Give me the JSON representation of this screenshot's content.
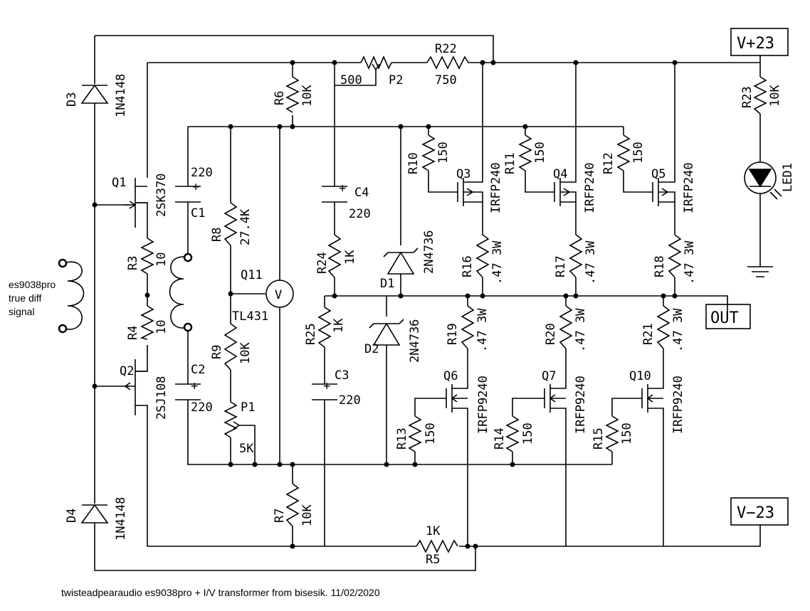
{
  "terminals": {
    "vpos": "V+23",
    "vneg": "V−23",
    "out": "OUT"
  },
  "source": {
    "line1": "es9038pro",
    "line2": "true diff",
    "line3": "signal"
  },
  "caption": "twisteadpearaudio es9038pro + I/V transformer from bisesik. 11/02/2020",
  "components": {
    "D3": {
      "ref": "D3",
      "value": "1N4148"
    },
    "D4": {
      "ref": "D4",
      "value": "1N4148"
    },
    "Q1": {
      "ref": "Q1",
      "value": "2SK370"
    },
    "Q2": {
      "ref": "Q2",
      "value": "2SJ108"
    },
    "R3": {
      "ref": "R3",
      "value": "10"
    },
    "R4": {
      "ref": "R4",
      "value": "10"
    },
    "C1": {
      "ref": "C1",
      "value": "220"
    },
    "C2": {
      "ref": "C2",
      "value": "220"
    },
    "R6": {
      "ref": "R6",
      "value": "10K"
    },
    "R7": {
      "ref": "R7",
      "value": "10K"
    },
    "R8": {
      "ref": "R8",
      "value": "27.4K"
    },
    "R9": {
      "ref": "R9",
      "value": "10K"
    },
    "Q11": {
      "ref": "Q11",
      "value": "TL431",
      "symbol": "V"
    },
    "P1": {
      "ref": "P1",
      "value": "5K"
    },
    "P2": {
      "ref": "P2",
      "value": "500"
    },
    "R22": {
      "ref": "R22",
      "value": "750"
    },
    "C4": {
      "ref": "C4",
      "value": "220"
    },
    "C3": {
      "ref": "C3",
      "value": "220"
    },
    "R24": {
      "ref": "R24",
      "value": "1K"
    },
    "R25": {
      "ref": "R25",
      "value": "1K"
    },
    "D1": {
      "ref": "D1",
      "value": "2N4736"
    },
    "D2": {
      "ref": "D2",
      "value": "2N4736"
    },
    "R10": {
      "ref": "R10",
      "value": "150"
    },
    "R11": {
      "ref": "R11",
      "value": "150"
    },
    "R12": {
      "ref": "R12",
      "value": "150"
    },
    "R13": {
      "ref": "R13",
      "value": "150"
    },
    "R14": {
      "ref": "R14",
      "value": "150"
    },
    "R15": {
      "ref": "R15",
      "value": "150"
    },
    "Q3": {
      "ref": "Q3",
      "value": "IRFP240"
    },
    "Q4": {
      "ref": "Q4",
      "value": "IRFP240"
    },
    "Q5": {
      "ref": "Q5",
      "value": "IRFP240"
    },
    "Q6": {
      "ref": "Q6",
      "value": "IRFP9240"
    },
    "Q7": {
      "ref": "Q7",
      "value": "IRFP9240"
    },
    "Q10": {
      "ref": "Q10",
      "value": "IRFP9240"
    },
    "R16": {
      "ref": "R16",
      "value": ".47 3W"
    },
    "R17": {
      "ref": "R17",
      "value": ".47 3W"
    },
    "R18": {
      "ref": "R18",
      "value": ".47 3W"
    },
    "R19": {
      "ref": "R19",
      "value": ".47 3W"
    },
    "R20": {
      "ref": "R20",
      "value": ".47 3W"
    },
    "R21": {
      "ref": "R21",
      "value": ".47 3W"
    },
    "R23": {
      "ref": "R23",
      "value": "10K"
    },
    "LED1": {
      "ref": "LED1"
    },
    "R5": {
      "ref": "R5",
      "value": "1K"
    }
  }
}
